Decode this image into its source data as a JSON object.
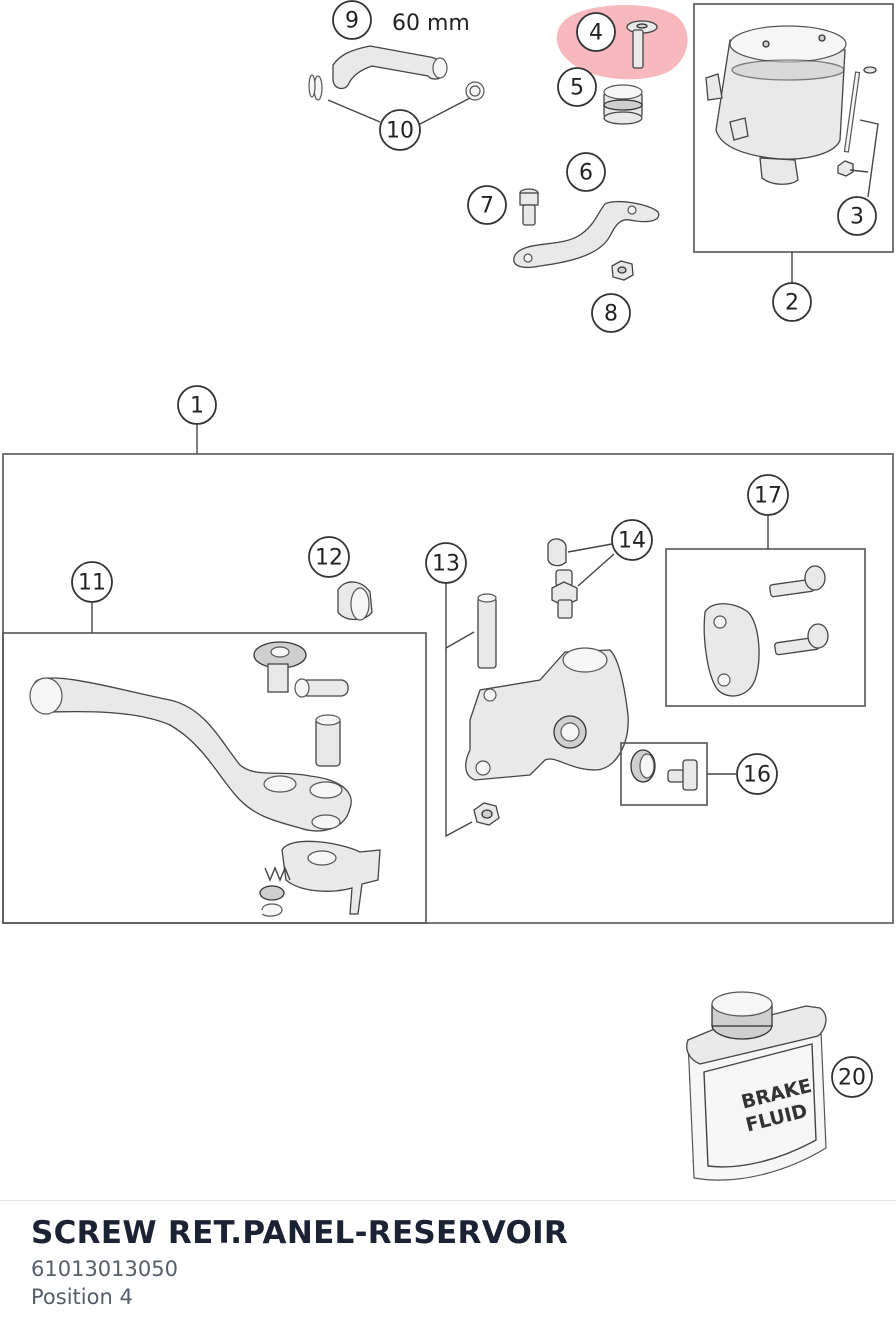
{
  "diagram": {
    "hose_length": "60 mm",
    "highlight_color": "#f4a0a8",
    "fluid_can_label_line1": "BRAKE",
    "fluid_can_label_line2": "FLUID",
    "callouts": [
      "1",
      "2",
      "3",
      "4",
      "5",
      "6",
      "7",
      "8",
      "9",
      "10",
      "11",
      "12",
      "13",
      "14",
      "16",
      "17",
      "20"
    ],
    "highlighted_callout": "4"
  },
  "part": {
    "name": "SCREW RET.PANEL-RESERVOIR",
    "number": "61013013050",
    "position": "Position 4"
  }
}
